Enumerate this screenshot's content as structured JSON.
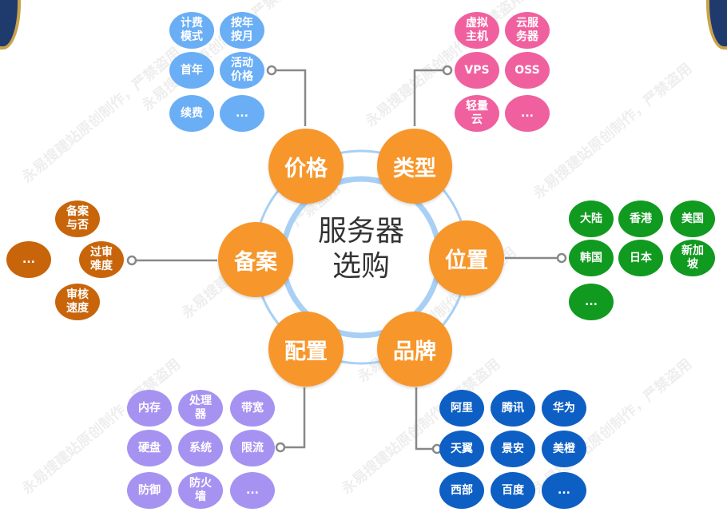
{
  "title": "服务器\n选购",
  "watermark": "永易搜建站原创制作，严禁盗用",
  "branches": [
    {
      "id": "price",
      "label": "价格",
      "color": "#6aaef5",
      "items": [
        "计费\n模式",
        "按年\n按月",
        "首年",
        "活动\n价格",
        "续费",
        "..."
      ]
    },
    {
      "id": "type",
      "label": "类型",
      "color": "#f0609f",
      "items": [
        "虚拟\n主机",
        "云服\n务器",
        "VPS",
        "OSS",
        "轻量\n云",
        "..."
      ]
    },
    {
      "id": "location",
      "label": "位置",
      "color": "#109a1f",
      "items": [
        "大陆",
        "香港",
        "美国",
        "韩国",
        "日本",
        "新加\n坡",
        "..."
      ]
    },
    {
      "id": "brand",
      "label": "品牌",
      "color": "#0d5fc4",
      "items": [
        "阿里",
        "腾讯",
        "华为",
        "天翼",
        "景安",
        "美橙",
        "西部",
        "百度",
        "..."
      ]
    },
    {
      "id": "config",
      "label": "配置",
      "color": "#a693f1",
      "items": [
        "内存",
        "处理\n器",
        "带宽",
        "硬盘",
        "系统",
        "限流",
        "防御",
        "防火\n墙",
        "..."
      ]
    },
    {
      "id": "filing",
      "label": "备案",
      "color": "#c8650b",
      "items": [
        "备案\n与否",
        "...",
        "过审\n难度",
        "审核\n速度"
      ]
    }
  ]
}
